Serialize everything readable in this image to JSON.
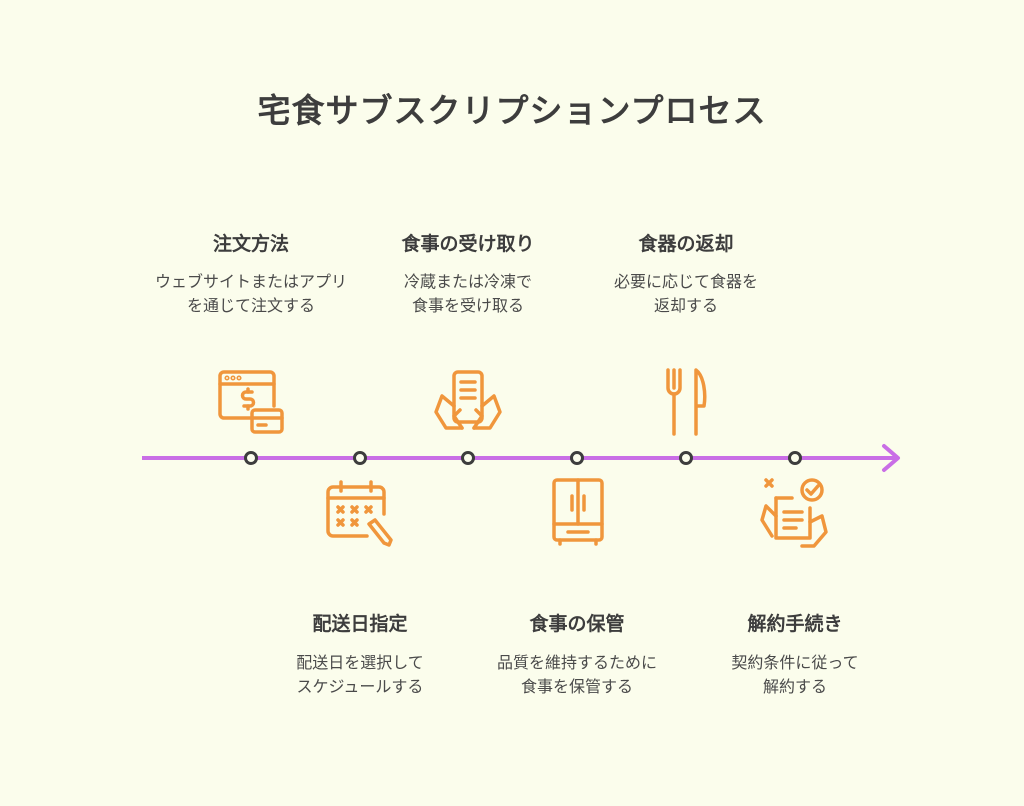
{
  "title": "宅食サブスクリプションプロセス",
  "colors": {
    "background": "#fbfdec",
    "icon": "#f0963c",
    "timeline": "#c96ee6",
    "node": "#3d3d3d",
    "text": "#3d3d3d"
  },
  "steps": [
    {
      "heading": "注文方法",
      "desc_line1": "ウェブサイトまたはアプリ",
      "desc_line2": "を通じて注文する",
      "icon": "web-payment-icon",
      "position": "above"
    },
    {
      "heading": "配送日指定",
      "desc_line1": "配送日を選択して",
      "desc_line2": "スケジュールする",
      "icon": "calendar-icon",
      "position": "below"
    },
    {
      "heading": "食事の受け取り",
      "desc_line1": "冷蔵または冷凍で",
      "desc_line2": "食事を受け取る",
      "icon": "receive-menu-icon",
      "position": "above"
    },
    {
      "heading": "食事の保管",
      "desc_line1": "品質を維持するために",
      "desc_line2": "食事を保管する",
      "icon": "refrigerator-icon",
      "position": "below"
    },
    {
      "heading": "食器の返却",
      "desc_line1": "必要に応じて食器を",
      "desc_line2": "返却する",
      "icon": "cutlery-icon",
      "position": "above"
    },
    {
      "heading": "解約手続き",
      "desc_line1": "契約条件に従って",
      "desc_line2": "解約する",
      "icon": "cancel-checklist-icon",
      "position": "below"
    }
  ]
}
